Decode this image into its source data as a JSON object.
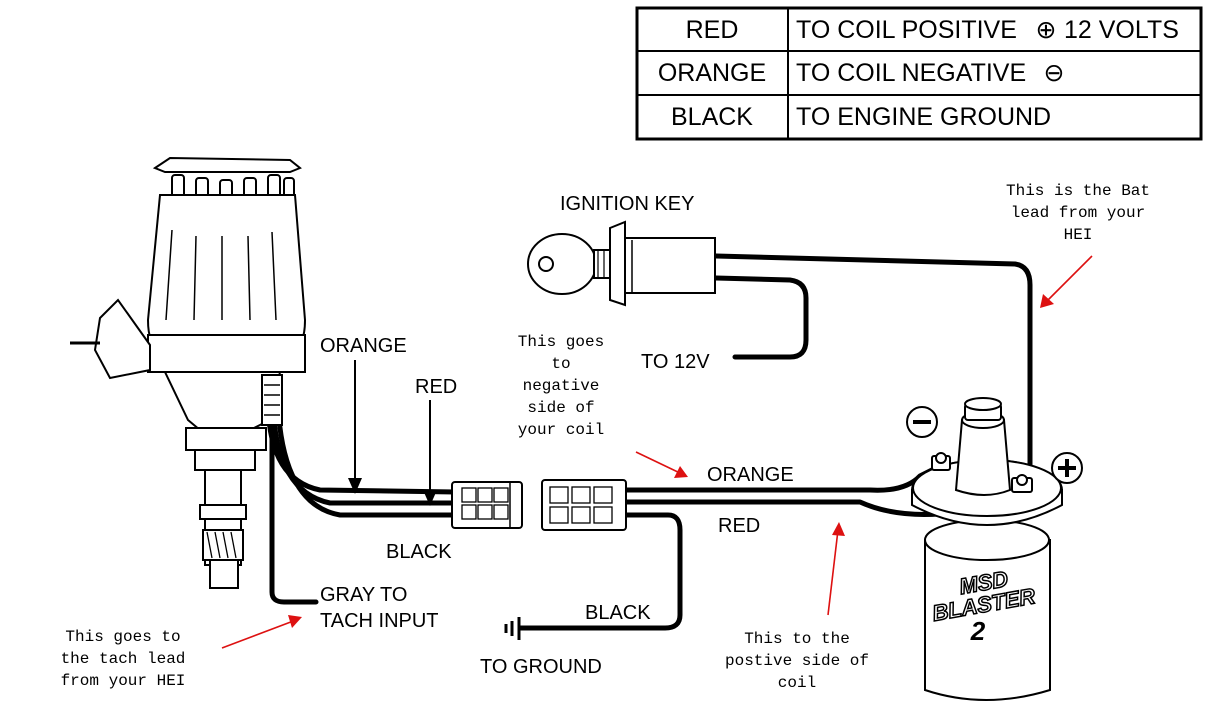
{
  "legend_table": {
    "rows": [
      {
        "color": "RED",
        "destination": "TO COIL POSITIVE",
        "symbol": "⊕",
        "extra": "12 VOLTS"
      },
      {
        "color": "ORANGE",
        "destination": "TO COIL NEGATIVE",
        "symbol": "⊖",
        "extra": ""
      },
      {
        "color": "BLACK",
        "destination": "TO ENGINE GROUND",
        "symbol": "",
        "extra": ""
      }
    ]
  },
  "labels": {
    "ignition_key": "IGNITION KEY",
    "to_12v": "TO 12V",
    "orange_left": "ORANGE",
    "red_left": "RED",
    "black_left": "BLACK",
    "gray_tach_line1": "GRAY TO",
    "gray_tach_line2": "TACH INPUT",
    "orange_right": "ORANGE",
    "red_right": "RED",
    "black_right": "BLACK",
    "to_ground": "TO GROUND",
    "coil_negative": "−",
    "coil_positive": "+",
    "coil_brand_line1": "MSD",
    "coil_brand_line2": "BLASTER",
    "coil_brand_line3": "2"
  },
  "notes": {
    "bat_lead": [
      "This is the Bat",
      "lead from your",
      "HEI"
    ],
    "negative_side": [
      "This goes",
      "to",
      "negative",
      "side of",
      "your coil"
    ],
    "tach_lead": [
      "This goes to",
      "the tach lead",
      "from your HEI"
    ],
    "positive_side": [
      "This to the",
      "postive side of",
      "coil"
    ]
  },
  "colors": {
    "annotation_arrow": "#dd1111",
    "line": "#000000",
    "background": "#ffffff"
  }
}
